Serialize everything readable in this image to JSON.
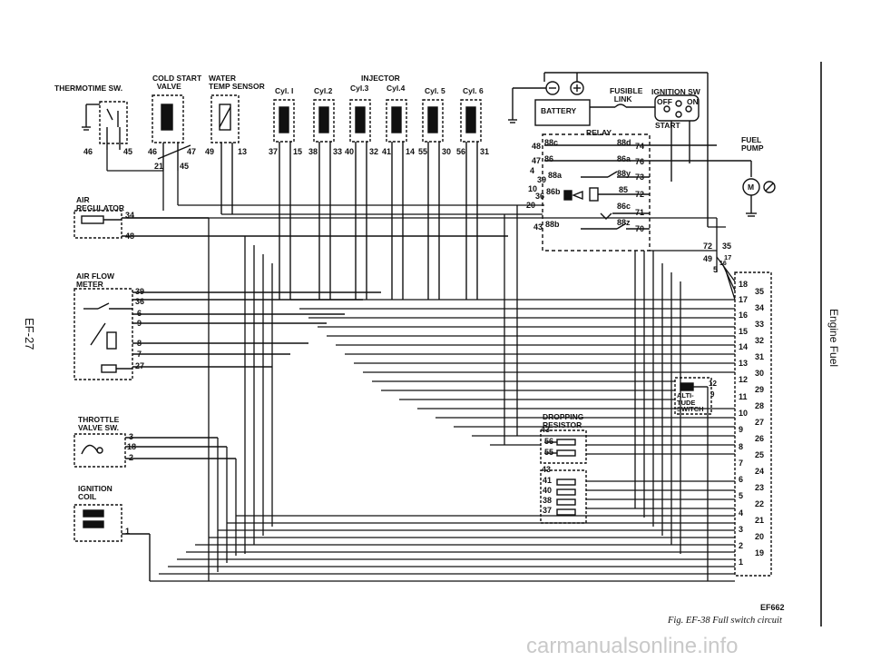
{
  "page": {
    "side_code": "EF-27",
    "section": "Engine Fuel",
    "figure_code": "EF662",
    "caption": "Fig. EF-38  Full switch circuit",
    "watermark": "carmanualsonline.info"
  },
  "components": {
    "thermotime": "THERMOTIME SW.",
    "cold_start": "COLD START\n  VALVE",
    "water_temp": "WATER\nTEMP SENSOR",
    "injector": "INJECTOR",
    "cyl1": "Cyl. I",
    "cyl2": "Cyl.2",
    "cyl3": "Cyl.3",
    "cyl4": "Cyl.4",
    "cyl5": "Cyl. 5",
    "cyl6": "Cyl. 6",
    "battery": "BATTERY",
    "fusible": "FUSIBLE\n  LINK",
    "ignition_sw": "IGNITION SW",
    "off": "OFF",
    "on": "ON",
    "start": "START",
    "relay": "RELAY",
    "fuel_pump": "FUEL\nPUMP",
    "motor": "M",
    "air_regulator": "AIR\nREGULATOR",
    "air_flow": "AIR FLOW\nMETER",
    "throttle": "THROTTLE\nVALVE SW.",
    "ignition_coil": "IGNITION\nCOIL",
    "dropping": "DROPPING\nRESISTOR",
    "altitude": "ALTI-\nTUDE\nSWITCH"
  },
  "pins": {
    "thermo": [
      "46",
      "45"
    ],
    "cold": [
      "46",
      "47",
      "21",
      "45"
    ],
    "water": [
      "49",
      "13"
    ],
    "cyl1": [
      "37",
      "15"
    ],
    "cyl2": [
      "38",
      "33"
    ],
    "cyl3": [
      "40",
      "32"
    ],
    "cyl4": [
      "41",
      "14"
    ],
    "cyl5": [
      "55",
      "30"
    ],
    "cyl6": [
      "56",
      "31"
    ],
    "relay_left": [
      "48",
      "88c",
      "47",
      "86",
      "4",
      "39",
      "88a",
      "10",
      "36",
      "86b",
      "20",
      "43",
      "88b"
    ],
    "relay_right": [
      "88d",
      "74",
      "86a",
      "76",
      "88y",
      "73",
      "85",
      "72",
      "86c",
      "71",
      "88z",
      "70"
    ],
    "air_reg": [
      "34",
      "48"
    ],
    "air_flow": [
      "39",
      "36",
      "6",
      "9",
      "8",
      "7",
      "27"
    ],
    "throttle": [
      "3",
      "18",
      "2"
    ],
    "coil": [
      "1"
    ],
    "dropping_a": [
      "43",
      "56",
      "55"
    ],
    "dropping_b": [
      "43",
      "41",
      "40",
      "38",
      "37"
    ],
    "alti": [
      "12",
      "9"
    ],
    "top_right": [
      "72",
      "35",
      "49",
      "17",
      "5",
      "16"
    ],
    "connector_left": [
      "18",
      "17",
      "16",
      "15",
      "14",
      "13",
      "12",
      "11",
      "10",
      "9",
      "8",
      "7",
      "6",
      "5",
      "4",
      "3",
      "2",
      "1"
    ],
    "connector_right": [
      "35",
      "34",
      "33",
      "32",
      "31",
      "30",
      "29",
      "28",
      "27",
      "26",
      "25",
      "24",
      "23",
      "22",
      "21",
      "20",
      "19"
    ]
  }
}
